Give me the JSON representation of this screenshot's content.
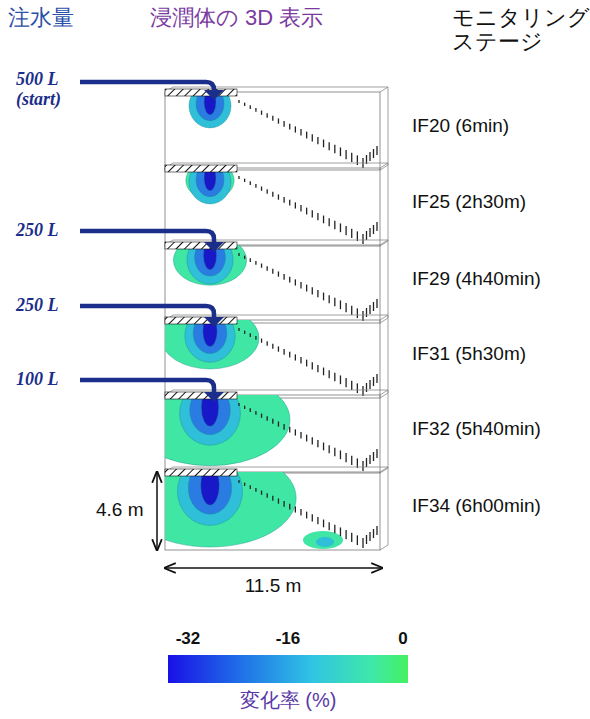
{
  "diagram": {
    "labels": [
      "注水量",
      "浸潤体の 3D 表示",
      "モニタリング ステージ",
      "500 L (start)",
      "IF20 (6min)",
      "IF25 (2h30m)",
      "250 L",
      "IF29 (4h40min)",
      "250 L",
      "IF31 (5h30m)",
      "100 L",
      "IF32 (5h40min)",
      "IF34 (6h00min)",
      "4.6 m",
      "11.5 m",
      "-32",
      "-16",
      "0",
      "変化率 (%)"
    ]
  }
}
